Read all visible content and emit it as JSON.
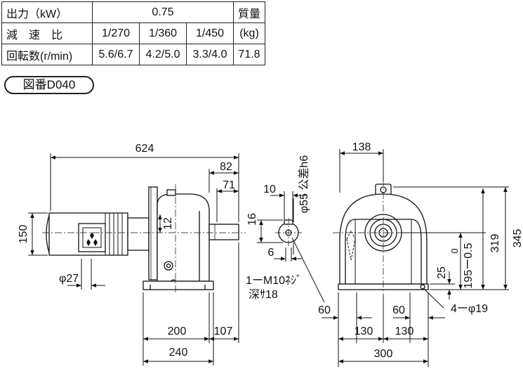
{
  "spec_table": {
    "row_output": {
      "label": "出力（kW）",
      "value": "0.75",
      "mass_header": "質量"
    },
    "row_ratio": {
      "label": "減　速　比",
      "values": [
        "1/270",
        "1/360",
        "1/450"
      ],
      "mass_unit": "(kg)"
    },
    "row_speed": {
      "label": "回転数(r/min)",
      "values": [
        "5.6/6.7",
        "4.2/5.0",
        "3.3/4.0"
      ],
      "mass_value": "71.8"
    }
  },
  "drawing_number": "図番D040",
  "dimensions": {
    "overall_length": "624",
    "shaft_extension": "82",
    "shaft_length": "71",
    "motor_height": "150",
    "cable_gland_dia": "φ27",
    "hole_offset": "12",
    "base_length": "200",
    "shaft_center_to_end": "107",
    "foot_length": "240",
    "shaft_key_width": "10",
    "shaft_key_depth": "16",
    "shaft_key_offset": "6",
    "shaft_diameter": "φ55 公差h6",
    "tap_line1": "1ーM10ﾈｼﾞ",
    "tap_line2": "深ｻ18",
    "top_width": "138",
    "overall_height": "345",
    "shaft_height_total": "319",
    "shaft_height_tol_upper": "0",
    "shaft_height_tol": "195ー0.5",
    "base_thickness": "25",
    "foot_edge_left": "60",
    "foot_edge_right": "60",
    "bolt_pitch_left": "130",
    "bolt_pitch_right": "130",
    "base_width": "300",
    "mount_holes": "4ーφ19"
  }
}
